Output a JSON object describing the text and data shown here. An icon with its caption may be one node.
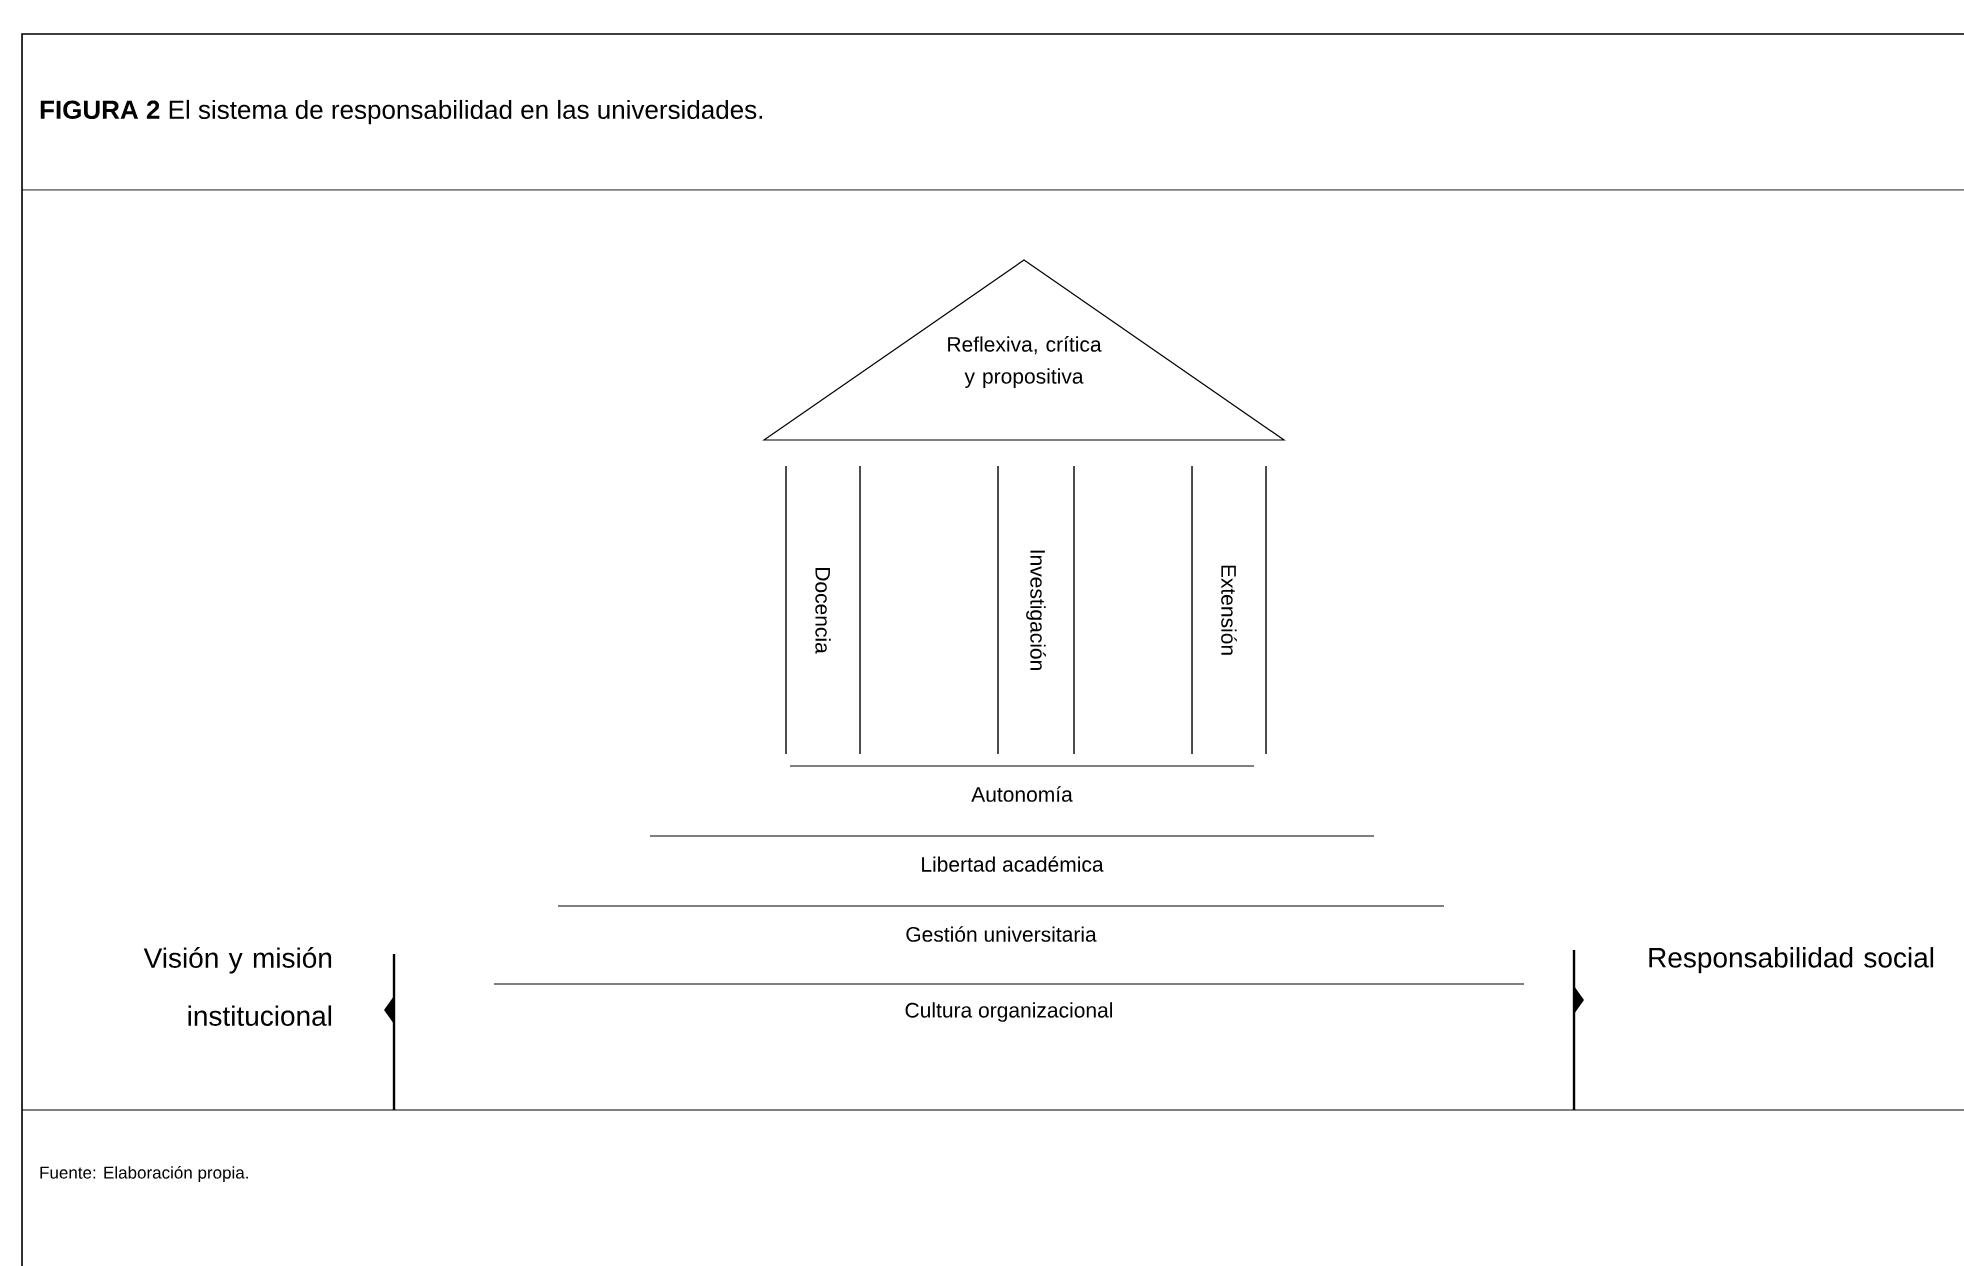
{
  "diagram": {
    "title": "**FIGURA 2** El sistema de responsabilidad en las universidades.",
    "caption": "Fuente: Elaboración propia.",
    "nodes": [
      {
        "text": [
          "Reflexiva, crítica y propositiva"
        ]
      },
      {
        "text": [
          "Docencia"
        ]
      },
      {
        "text": [
          "Investigación"
        ]
      },
      {
        "text": [
          "Extensión"
        ]
      },
      {
        "text": [
          "Autonomía"
        ]
      },
      {
        "text": [
          "Libertad académica"
        ]
      },
      {
        "text": [
          "Gestión universitaria"
        ]
      },
      {
        "text": [
          "Cultura organizacional"
        ]
      }
    ],
    "labels": [
      "Visión y misión institucional",
      "Responsabilidad social"
    ]
  }
}
